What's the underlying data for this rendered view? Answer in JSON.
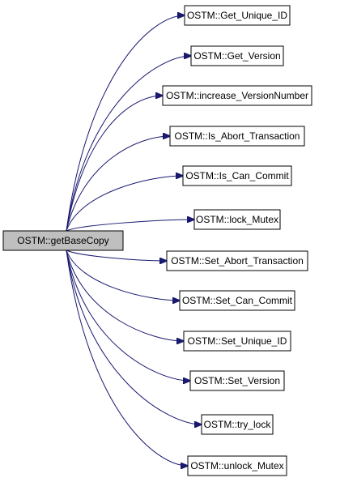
{
  "colors": {
    "edge": "#191970",
    "node_stroke": "#000000",
    "source_fill": "#bfbfbf",
    "node_fill": "#ffffff",
    "text": "#000000"
  },
  "source": {
    "label": "OSTM::getBaseCopy"
  },
  "targets": [
    {
      "label": "OSTM::Get_Unique_ID"
    },
    {
      "label": "OSTM::Get_Version"
    },
    {
      "label": "OSTM::increase_VersionNumber"
    },
    {
      "label": "OSTM::Is_Abort_Transaction"
    },
    {
      "label": "OSTM::Is_Can_Commit"
    },
    {
      "label": "OSTM::lock_Mutex"
    },
    {
      "label": "OSTM::Set_Abort_Transaction"
    },
    {
      "label": "OSTM::Set_Can_Commit"
    },
    {
      "label": "OSTM::Set_Unique_ID"
    },
    {
      "label": "OSTM::Set_Version"
    },
    {
      "label": "OSTM::try_lock"
    },
    {
      "label": "OSTM::unlock_Mutex"
    }
  ]
}
